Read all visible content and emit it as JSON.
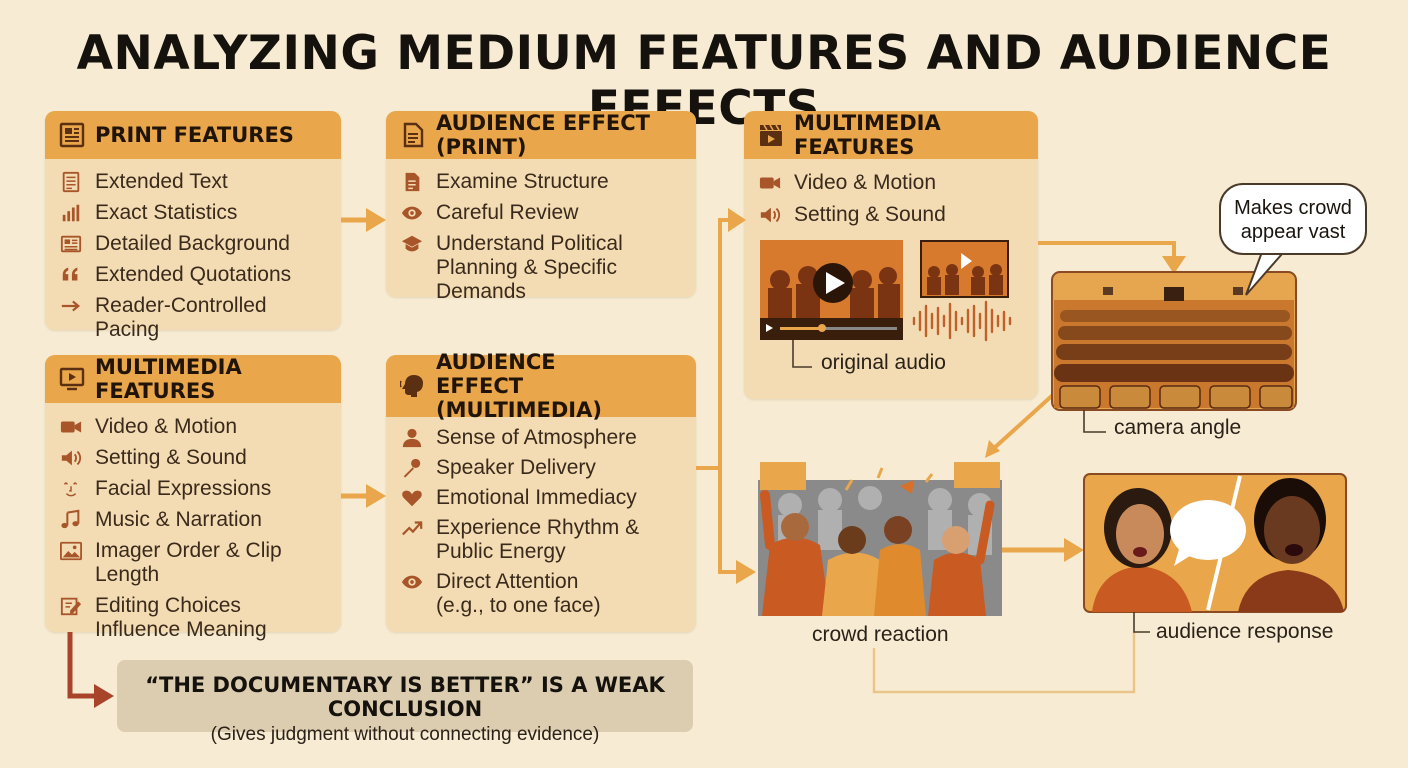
{
  "title": "ANALYZING MEDIUM FEATURES AND AUDIENCE EFFECTS",
  "colors": {
    "background": "#f7ecd3",
    "card": "#f3dcb3",
    "header": "#e9a64a",
    "arrow": "#e9a64a",
    "dark_arrow": "#a8442a",
    "icon": "#a8552a"
  },
  "print_features": {
    "heading": "PRINT FEATURES",
    "items": [
      {
        "icon": "document-icon",
        "label": "Extended Text"
      },
      {
        "icon": "bar-chart-icon",
        "label": "Exact Statistics"
      },
      {
        "icon": "newspaper-icon",
        "label": "Detailed Background"
      },
      {
        "icon": "quote-icon",
        "label": "Extended Quotations"
      },
      {
        "icon": "arrow-right-icon",
        "label": "Reader-Controlled Pacing"
      }
    ]
  },
  "audience_print": {
    "heading": "AUDIENCE EFFECT (PRINT)",
    "items": [
      {
        "icon": "file-icon",
        "label": "Examine Structure"
      },
      {
        "icon": "eye-icon",
        "label": "Careful Review"
      },
      {
        "icon": "graduation-cap-icon",
        "label": "Understand Political Planning & Specific Demands"
      }
    ]
  },
  "multimedia_features_left": {
    "heading": "MULTIMEDIA FEATURES",
    "items": [
      {
        "icon": "video-camera-icon",
        "label": "Video & Motion"
      },
      {
        "icon": "speaker-icon",
        "label": "Setting & Sound"
      },
      {
        "icon": "face-icon",
        "label": "Facial Expressions"
      },
      {
        "icon": "music-note-icon",
        "label": "Music & Narration"
      },
      {
        "icon": "image-icon",
        "label": "Imager Order & Clip Length"
      },
      {
        "icon": "edit-icon",
        "label": "Editing Choices Influence Meaning"
      }
    ]
  },
  "audience_multimedia": {
    "heading": "AUDIENCE EFFECT (MULTIMEDIA)",
    "items": [
      {
        "icon": "person-icon",
        "label": "Sense of Atmosphere"
      },
      {
        "icon": "microphone-icon",
        "label": "Speaker Delivery"
      },
      {
        "icon": "heart-icon",
        "label": "Emotional Immediacy"
      },
      {
        "icon": "trend-up-icon",
        "label": "Experience Rhythm & Public Energy"
      },
      {
        "icon": "eye-icon",
        "label": "Direct Attention (e.g., to one face)"
      }
    ]
  },
  "multimedia_features_right": {
    "heading": "MULTIMEDIA FEATURES",
    "items": [
      {
        "icon": "video-camera-icon",
        "label": "Video & Motion"
      },
      {
        "icon": "speaker-icon",
        "label": "Setting & Sound"
      }
    ],
    "audio_label": "original audio"
  },
  "conclusion": {
    "line1": "“THE DOCUMENTARY IS BETTER” IS A WEAK CONCLUSION",
    "line2": "(Gives judgment without connecting evidence)"
  },
  "labels": {
    "bubble": "Makes crowd appear vast",
    "camera": "camera angle",
    "crowd": "crowd reaction",
    "audience": "audience response"
  }
}
